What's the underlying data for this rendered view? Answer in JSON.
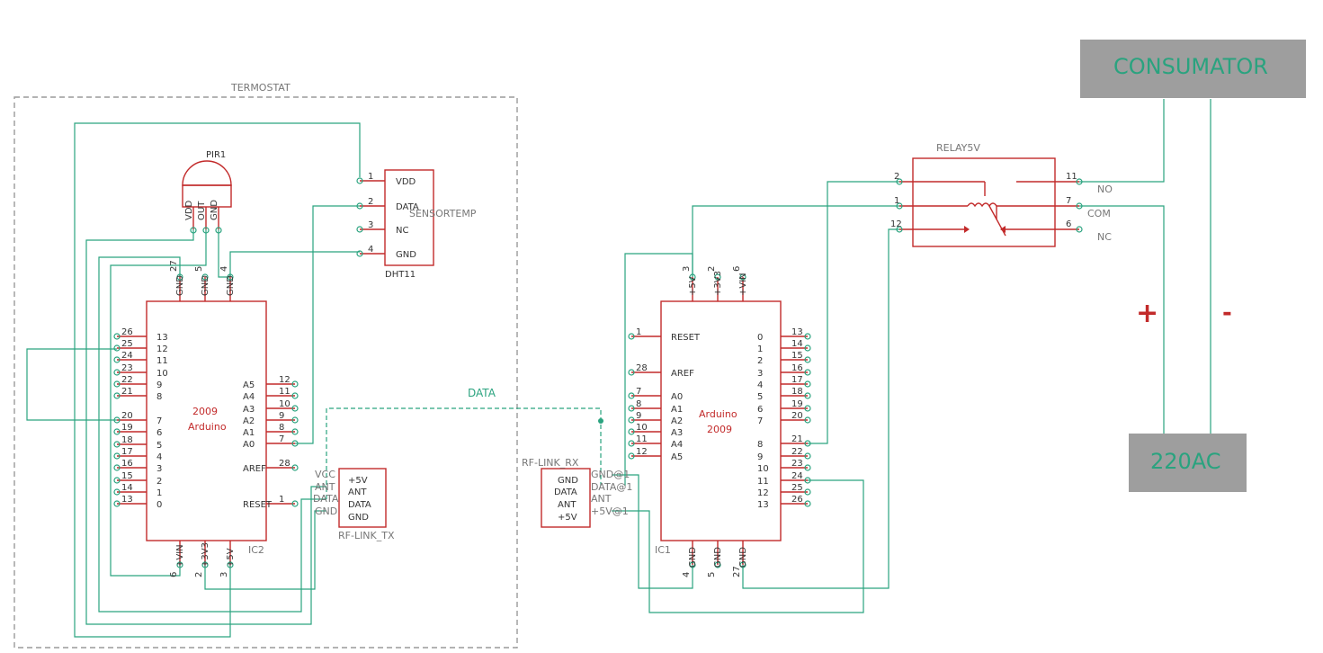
{
  "termostat_label": "TERMOSTAT",
  "data_net_label": "DATA",
  "pir": {
    "name": "PIR1",
    "pins": [
      "VDD",
      "OUT",
      "GND"
    ]
  },
  "sensor": {
    "part": "SENSORTEMP",
    "package": "DHT11",
    "pins": [
      "VDD",
      "DATA",
      "NC",
      "GND"
    ],
    "numbers": [
      "1",
      "2",
      "3",
      "4"
    ]
  },
  "ic2": {
    "name": "IC2",
    "title": "2009",
    "subtitle": "Arduino",
    "top_pins": [
      "GND",
      "GND",
      "GND"
    ],
    "top_numbers": [
      "27",
      "5",
      "4"
    ],
    "left_labels": [
      "13",
      "12",
      "11",
      "10",
      "9",
      "8",
      "7",
      "6",
      "5",
      "4",
      "3",
      "2",
      "1",
      "0"
    ],
    "left_numbers": [
      "26",
      "25",
      "24",
      "23",
      "22",
      "21",
      "20",
      "19",
      "18",
      "17",
      "16",
      "15",
      "14",
      "13"
    ],
    "right_labels": [
      "A5",
      "A4",
      "A3",
      "A2",
      "A1",
      "A0",
      "AREF",
      "RESET"
    ],
    "right_numbers": [
      "12",
      "11",
      "10",
      "9",
      "8",
      "7",
      "28",
      "1"
    ],
    "bottom_pins": [
      "+VIN",
      "+3V3",
      "+5V"
    ],
    "bottom_numbers": [
      "6",
      "2",
      "3"
    ]
  },
  "rf_tx": {
    "name": "RF-LINK_TX",
    "pins": [
      "+5V",
      "ANT",
      "DATA",
      "GND"
    ],
    "nets": [
      "VCC",
      "ANT",
      "DATA",
      "GND"
    ]
  },
  "rf_rx": {
    "name": "RF-LINK_RX",
    "pins": [
      "GND",
      "DATA",
      "ANT",
      "+5V"
    ],
    "nets": [
      "GND@1",
      "DATA@1",
      "ANT",
      "+5V@1"
    ]
  },
  "ic1": {
    "name": "IC1",
    "title": "Arduino",
    "subtitle": "2009",
    "top_pins": [
      "+5V",
      "+3V3",
      "+VIN"
    ],
    "top_numbers": [
      "3",
      "2",
      "6"
    ],
    "left_labels": [
      "RESET",
      "AREF",
      "A0",
      "A1",
      "A2",
      "A3",
      "A4",
      "A5"
    ],
    "left_numbers": [
      "1",
      "28",
      "7",
      "8",
      "9",
      "10",
      "11",
      "12"
    ],
    "right_labels": [
      "0",
      "1",
      "2",
      "3",
      "4",
      "5",
      "6",
      "7",
      "8",
      "9",
      "10",
      "11",
      "12",
      "13"
    ],
    "right_numbers": [
      "13",
      "14",
      "15",
      "16",
      "17",
      "18",
      "19",
      "20",
      "21",
      "22",
      "23",
      "24",
      "25",
      "26"
    ],
    "bottom_pins": [
      "GND",
      "GND",
      "GND"
    ],
    "bottom_numbers": [
      "4",
      "5",
      "27"
    ]
  },
  "relay": {
    "name": "RELAY5V",
    "left_numbers": [
      "2",
      "1",
      "12"
    ],
    "right_numbers": [
      "11",
      "7",
      "6"
    ],
    "contacts": [
      "NO",
      "COM",
      "NC"
    ]
  },
  "consumator": {
    "label": "CONSUMATOR",
    "color": "#9e9e9e",
    "text_color": "#2aa37f"
  },
  "supply": {
    "label": "220AC"
  },
  "polarity": {
    "plus": "+",
    "minus": "-"
  },
  "colors": {
    "wire": "#2aa37f",
    "part": "#c22a2a",
    "frame": "#9a9a9a"
  }
}
